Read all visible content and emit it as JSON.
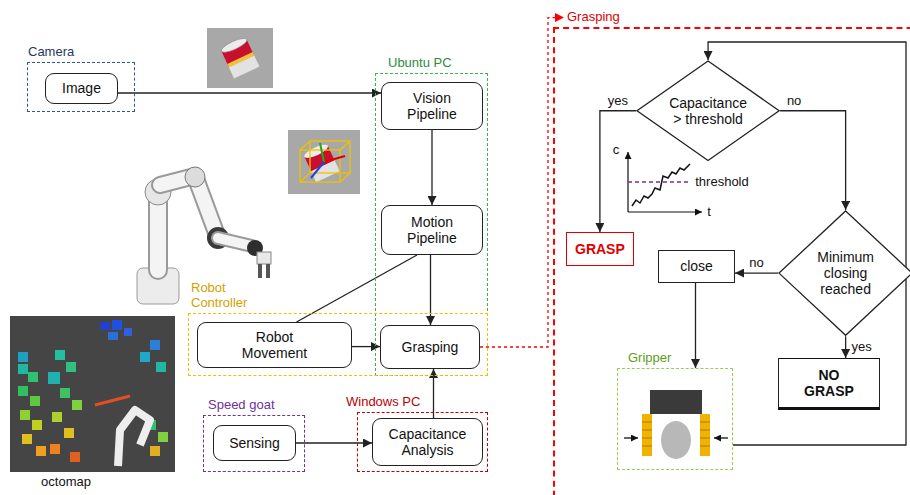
{
  "diagram": {
    "nodes": [
      {
        "text": [
          "Camera"
        ]
      },
      {
        "text": [
          "Image"
        ],
        "in": 0
      },
      {
        "text": [
          "Ubuntu PC"
        ]
      },
      {
        "text": [
          "Vision Pipeline"
        ],
        "in": 2
      },
      {
        "text": [
          "Motion Pipeline"
        ],
        "in": 2
      },
      {
        "text": [
          "Robot Controller"
        ]
      },
      {
        "text": [
          "Robot Movement"
        ],
        "in": 5
      },
      {
        "text": [
          "Grasping"
        ],
        "in": 2
      },
      {
        "text": [
          "Speed goat"
        ]
      },
      {
        "text": [
          "Sensing"
        ],
        "in": 8
      },
      {
        "text": [
          "Windows PC"
        ]
      },
      {
        "text": [
          "Capacitance Analysis"
        ],
        "in": 10
      },
      {
        "text": [
          "Grasping"
        ]
      },
      {
        "text": [
          "Capacitance > threshold"
        ],
        "in": 12
      },
      {
        "text": [
          "GRASP"
        ],
        "in": 12
      },
      {
        "text": [
          "close"
        ],
        "in": 12
      },
      {
        "text": [
          "Minimum closing reached"
        ],
        "in": 12
      },
      {
        "text": [
          "NO GRASP"
        ],
        "in": 12
      },
      {
        "text": [
          "Gripper"
        ],
        "in": 12
      }
    ],
    "edges": [
      {
        "from": 1,
        "to": 3,
        "arrow": "to"
      },
      {
        "from": 3,
        "to": 4,
        "arrow": "to"
      },
      {
        "from": 4,
        "to": 7,
        "arrow": "to"
      },
      {
        "from": 4,
        "to": 6,
        "arrow": "none"
      },
      {
        "from": 6,
        "to": 7,
        "arrow": "to"
      },
      {
        "from": 9,
        "to": 11,
        "arrow": "to"
      },
      {
        "from": 11,
        "to": 7,
        "arrow": "to"
      },
      {
        "from": 7,
        "to": 12,
        "arrow": "to"
      },
      {
        "from": 13,
        "to": 14,
        "label": "yes",
        "arrow": "to"
      },
      {
        "from": 13,
        "to": 16,
        "label": "no",
        "arrow": "to"
      },
      {
        "from": 16,
        "to": 15,
        "label": "no",
        "arrow": "to"
      },
      {
        "from": 16,
        "to": 17,
        "label": "yes",
        "arrow": "to"
      },
      {
        "from": 15,
        "to": 18,
        "arrow": "to"
      },
      {
        "from": 18,
        "to": 13,
        "arrow": "to"
      }
    ],
    "labels": [
      "c",
      "threshold",
      "t",
      "octomap"
    ]
  }
}
